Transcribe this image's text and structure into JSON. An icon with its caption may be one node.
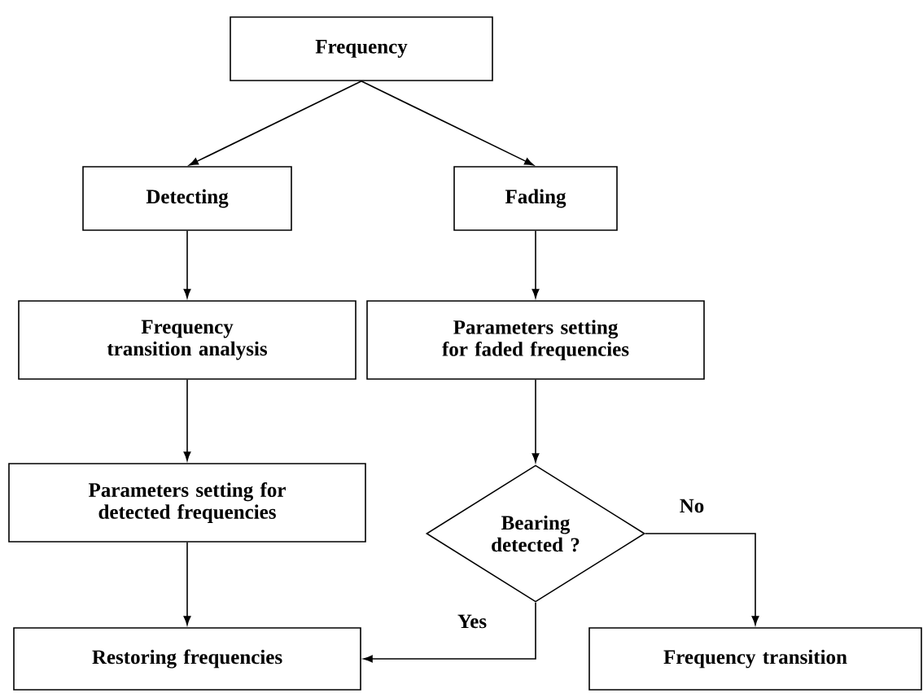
{
  "diagram": {
    "nodes": [
      {
        "text": [
          "Frequency"
        ]
      },
      {
        "text": [
          "Detecting"
        ]
      },
      {
        "text": [
          "Fading"
        ]
      },
      {
        "text": [
          "Frequency transition analysis"
        ]
      },
      {
        "text": [
          "Parameters setting for faded frequencies"
        ]
      },
      {
        "text": [
          "Parameters setting for detected frequencies"
        ]
      },
      {
        "text": [
          "Bearing detected ?"
        ]
      },
      {
        "text": [
          "Restoring frequencies"
        ]
      },
      {
        "text": [
          "Frequency transition"
        ]
      }
    ],
    "edges": [
      {
        "from": 0,
        "to": 1,
        "arrow": "to"
      },
      {
        "from": 0,
        "to": 2,
        "arrow": "to"
      },
      {
        "from": 1,
        "to": 3,
        "arrow": "to"
      },
      {
        "from": 2,
        "to": 4,
        "arrow": "to"
      },
      {
        "from": 3,
        "to": 5,
        "arrow": "to"
      },
      {
        "from": 4,
        "to": 6,
        "arrow": "to"
      },
      {
        "from": 5,
        "to": 7,
        "arrow": "to"
      },
      {
        "from": 6,
        "to": 7,
        "arrow": "to",
        "label": "Yes"
      },
      {
        "from": 6,
        "to": 8,
        "arrow": "to",
        "label": "No"
      }
    ]
  }
}
